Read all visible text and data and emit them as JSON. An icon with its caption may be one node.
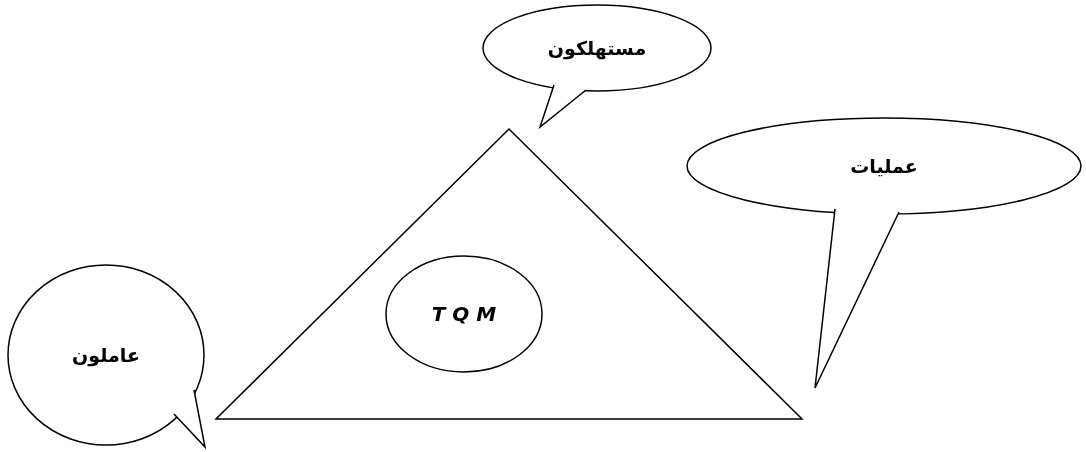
{
  "diagram": {
    "nodes": [
      {
        "text": [
          "مستهلكون"
        ]
      },
      {
        "text": [],
        "shape": "triangle"
      },
      {
        "text": [
          "T Q M"
        ],
        "in": 1
      },
      {
        "text": [
          "عمليات"
        ]
      },
      {
        "text": [
          "عاملون"
        ]
      }
    ]
  }
}
